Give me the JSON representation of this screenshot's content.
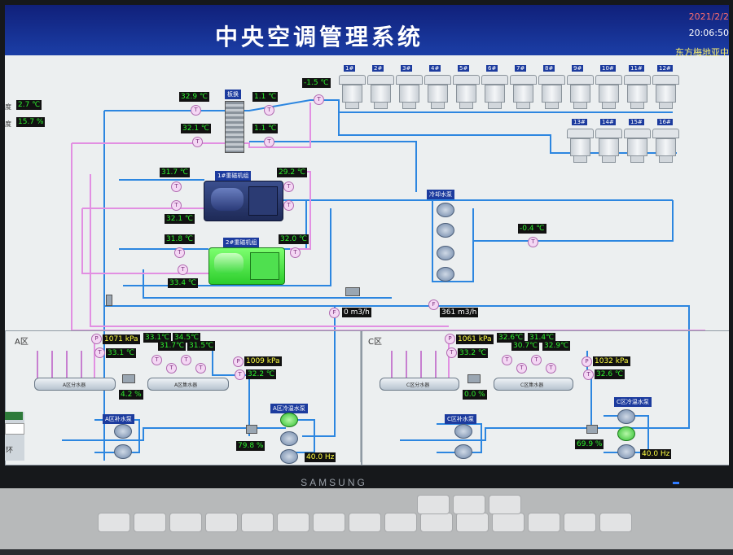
{
  "header": {
    "title": "中央空调管理系统",
    "date": "2021/2/2",
    "time": "20:06:50",
    "company": "东方梅地亚中"
  },
  "left_readouts": [
    {
      "label": "度",
      "value": "2.7 ℃"
    },
    {
      "label": "度",
      "value": "15.7 %"
    }
  ],
  "plate_hx": {
    "label": "板换",
    "left_top": "32.9 ℃",
    "left_bottom": "32.1 ℃",
    "right_top": "1.1 ℃",
    "right_bottom": "1.1 ℃"
  },
  "tower_supply_temp": "-1.5 ℃",
  "towers": [
    "1#",
    "2#",
    "3#",
    "4#",
    "5#",
    "6#",
    "7#",
    "8#",
    "9#",
    "10#",
    "11#",
    "12#",
    "13#",
    "14#",
    "15#",
    "16#"
  ],
  "chiller1": {
    "label": "1#重磁机组",
    "in_temp": "31.7 ℃",
    "out_temp": "32.1 ℃",
    "right_temp": "29.2 ℃"
  },
  "chiller2": {
    "label": "2#重磁机组",
    "in_temp": "31.8 ℃",
    "out_temp": "33.4 ℃",
    "right_temp": "32.0 ℃"
  },
  "cooling_pump": {
    "label": "冷却水泵",
    "temp": "-0.4 ℃"
  },
  "flow": {
    "left": "0 m3/h",
    "right": "361 m3/h"
  },
  "zone_a": {
    "label": "A区",
    "pressure_1": "1071 kPa",
    "temp_1": "33.1 ℃",
    "sensor_temps": [
      "33.1℃",
      "34.5℃",
      "31.7℃",
      "31.5℃"
    ],
    "pressure_2": "1009 kPa",
    "temp_2": "32.2 ℃",
    "header_supply": "A区分水器",
    "header_return": "A区集水器",
    "valve": "4.2 %",
    "makeup_pump": "A区补水泵",
    "chw_pump": "A区冷温水泵",
    "freq_percent": "79.8 %",
    "freq": "40.0 Hz"
  },
  "zone_c": {
    "label": "C区",
    "pressure_1": "1061 kPa",
    "temp_1": "33.2 ℃",
    "sensor_temps": [
      "32.6℃",
      "30.7℃",
      "31.4℃",
      "32.9℃"
    ],
    "pressure_2": "1032 kPa",
    "temp_2": "32.6 ℃",
    "header_supply": "C区分水器",
    "header_return": "C区集水器",
    "valve": "0.0 %",
    "makeup_pump": "C区补水泵",
    "chw_pump": "C区冷温水泵",
    "freq_percent": "69.9 %",
    "freq": "40.0 Hz"
  },
  "side_panel_text": "环",
  "monitor_brand": "SAMSUNG",
  "colors": {
    "pipe_blue": "#2c86e0",
    "pipe_pink": "#e28fe2",
    "readout_green": "#2ef02e",
    "titlebar": "#1b3ea6"
  }
}
